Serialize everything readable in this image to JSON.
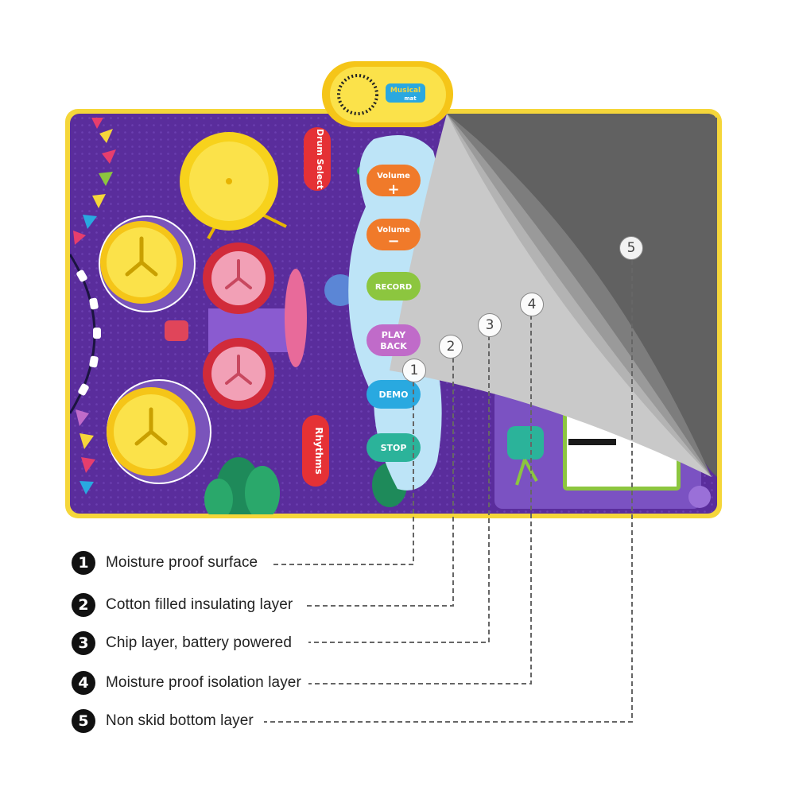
{
  "product": {
    "brand_line1": "Musical",
    "brand_line2": "mat"
  },
  "mat_labels": {
    "drum_select": "Drum Select",
    "rhythms": "Rhythms"
  },
  "buttons": [
    {
      "label": "Volume",
      "symbol": "+",
      "color": "#f07a2a"
    },
    {
      "label": "Volume",
      "symbol": "−",
      "color": "#f07a2a"
    },
    {
      "label": "RECORD",
      "color": "#8cc63f"
    },
    {
      "label1": "PLAY",
      "label2": "BACK",
      "color": "#c06bc9"
    },
    {
      "label": "DEMO",
      "color": "#29a9e0"
    },
    {
      "label": "STOP",
      "color": "#2bb39a"
    }
  ],
  "callouts": [
    "1",
    "2",
    "3",
    "4",
    "5"
  ],
  "legend": [
    {
      "num": "1",
      "text": "Moisture proof surface"
    },
    {
      "num": "2",
      "text": "Cotton filled insulating layer"
    },
    {
      "num": "3",
      "text": "Chip layer, battery powered"
    },
    {
      "num": "4",
      "text": "Moisture proof isolation layer"
    },
    {
      "num": "5",
      "text": "Non skid bottom layer"
    }
  ],
  "colors": {
    "mat_purple": "#5a2d9c",
    "mat_border": "#f5d63a",
    "bottom_layer": "#5f5f5f",
    "leader_line": "#666666"
  }
}
